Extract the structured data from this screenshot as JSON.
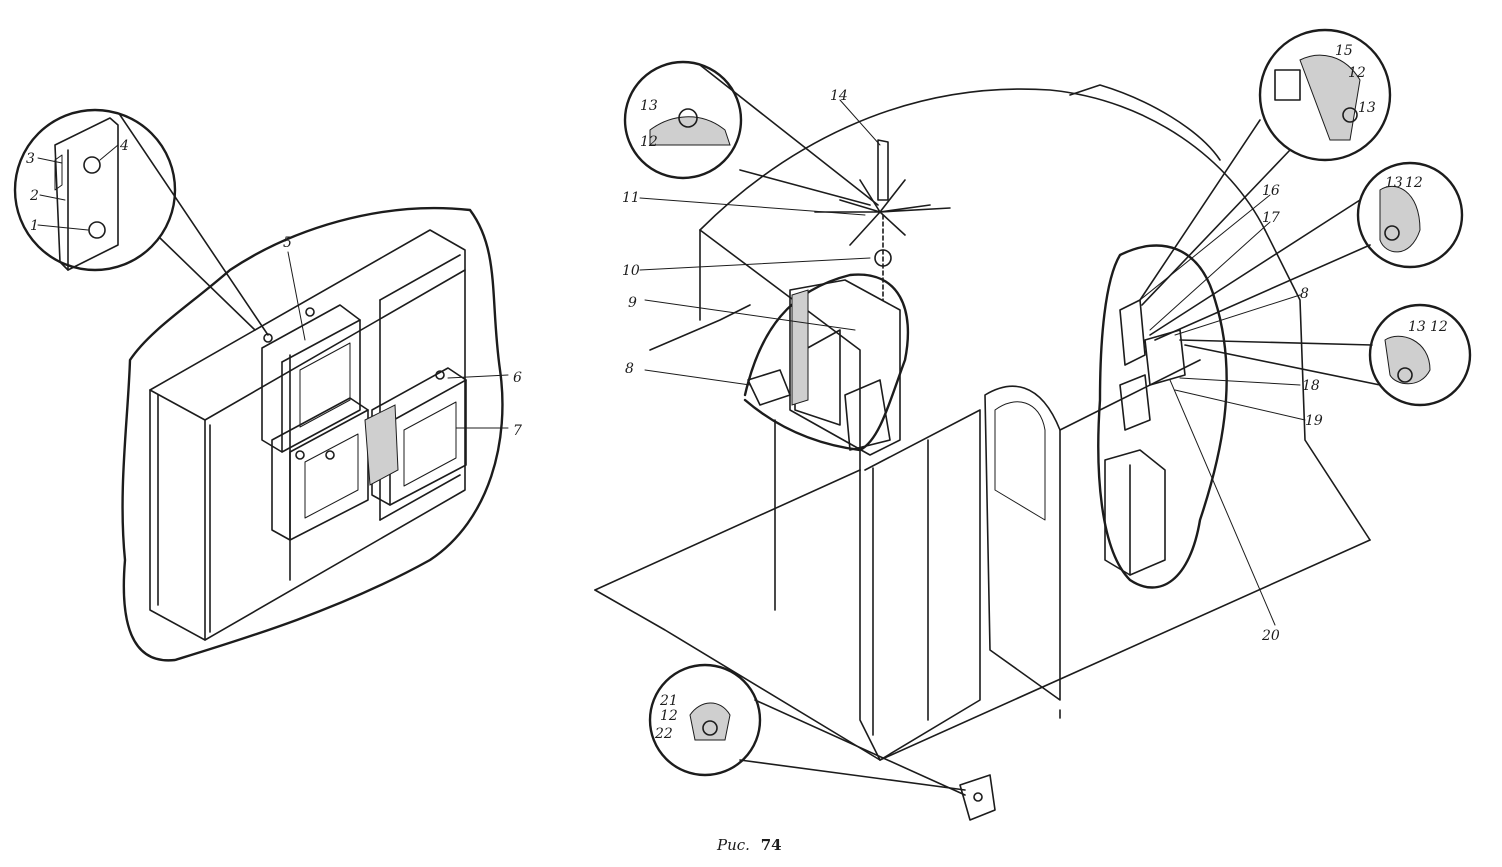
{
  "figure": {
    "caption_prefix": "Рис.",
    "caption_number": "74"
  },
  "labels": [
    "1",
    "2",
    "3",
    "4",
    "5",
    "6",
    "7",
    "8",
    "8",
    "9",
    "10",
    "11",
    "12",
    "12",
    "12",
    "12",
    "12",
    "13",
    "13",
    "13",
    "13",
    "14",
    "15",
    "16",
    "17",
    "18",
    "19",
    "20",
    "21",
    "22"
  ]
}
